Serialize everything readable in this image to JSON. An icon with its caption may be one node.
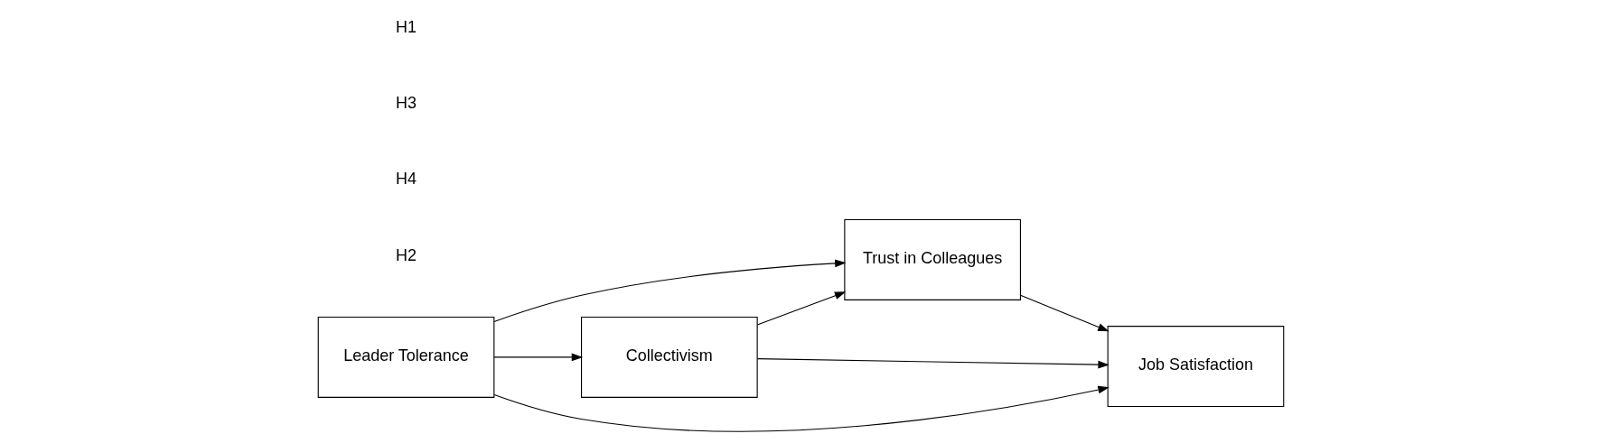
{
  "diagram": {
    "nodes": [
      {
        "text": [
          "Collectivism"
        ]
      },
      {
        "text": [
          "Trust in Colleagues"
        ]
      },
      {
        "text": [
          "Leader Tolerance"
        ]
      },
      {
        "text": [
          "Job Satisfaction"
        ]
      }
    ],
    "edges": [
      {
        "from": 2,
        "to": 0,
        "arrow": "to"
      },
      {
        "from": 0,
        "to": 1,
        "arrow": "to"
      },
      {
        "from": 0,
        "to": 3,
        "arrow": "to"
      },
      {
        "from": 2,
        "to": 1,
        "arrow": "to"
      },
      {
        "from": 1,
        "to": 3,
        "arrow": "to"
      },
      {
        "from": 2,
        "to": 3,
        "arrow": "to"
      }
    ],
    "labels": [
      "H2",
      "H4",
      "H3",
      "H1"
    ]
  }
}
